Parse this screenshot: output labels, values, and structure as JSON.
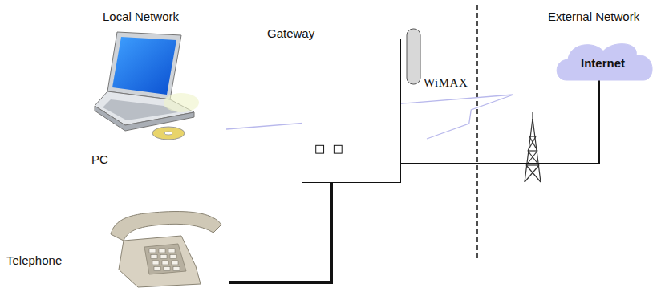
{
  "diagram": {
    "nodes": [
      {
        "text": [
          "PC"
        ]
      },
      {
        "text": [
          "Gateway"
        ]
      },
      {
        "text": [
          "Internet"
        ]
      },
      {
        "text": [
          "Telephone"
        ]
      }
    ],
    "edges": [
      {
        "from": 0,
        "to": 1,
        "arrow": "none"
      },
      {
        "from": 1,
        "to": 3,
        "arrow": "none"
      },
      {
        "from": 1,
        "to": 2,
        "label": "WiMAX",
        "arrow": "none"
      }
    ],
    "labels": [
      "Local Network",
      "External Network"
    ]
  }
}
